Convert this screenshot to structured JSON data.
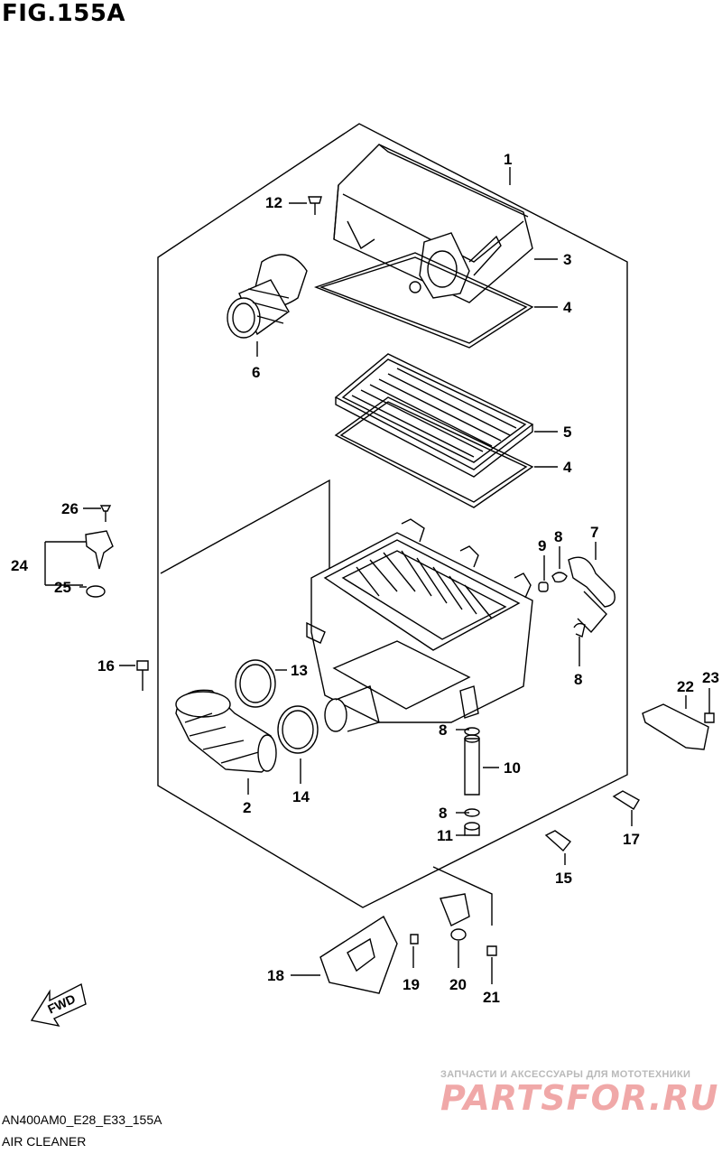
{
  "figure": {
    "title": "FIG.155A",
    "code": "AN400AM0_E28_E33_155A",
    "caption": "AIR CLEANER",
    "fwd_label": "FWD"
  },
  "watermark": {
    "subtitle": "ЗАПЧАСТИ И АКСЕССУАРЫ ДЛЯ МОТОТЕХНИКИ",
    "brand": "PARTSFOR.RU",
    "color": "#f0a8a8"
  },
  "callouts": {
    "c1": "1",
    "c2": "2",
    "c3": "3",
    "c4a": "4",
    "c4b": "4",
    "c5": "5",
    "c6": "6",
    "c7": "7",
    "c8a": "8",
    "c8b": "8",
    "c8c": "8",
    "c8d": "8",
    "c9": "9",
    "c10": "10",
    "c11": "11",
    "c12": "12",
    "c13": "13",
    "c14": "14",
    "c15": "15",
    "c16": "16",
    "c17": "17",
    "c18": "18",
    "c19": "19",
    "c20": "20",
    "c21": "21",
    "c22": "22",
    "c23": "23",
    "c24": "24",
    "c25": "25",
    "c26": "26"
  }
}
